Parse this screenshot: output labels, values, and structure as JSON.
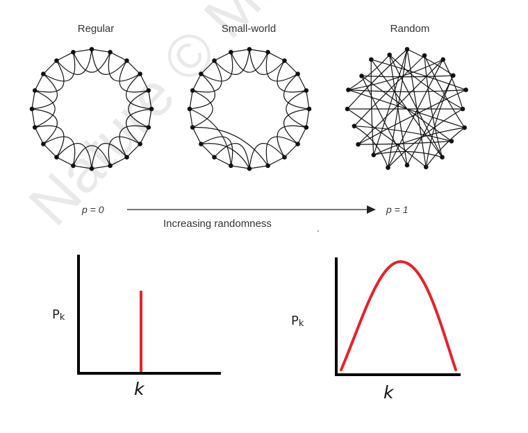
{
  "watermark": "Nature © Macmillan",
  "graphs": [
    {
      "title": "Regular",
      "kind": "regular"
    },
    {
      "title": "Small-world",
      "kind": "small-world"
    },
    {
      "title": "Random",
      "kind": "random"
    }
  ],
  "axis_arrow": {
    "start_label": "p = 0",
    "end_label": "p = 1",
    "caption": "Increasing randomness"
  },
  "chart_data": [
    {
      "type": "line",
      "title": "",
      "xlabel": "k",
      "ylabel": "Pk",
      "shape": "single vertical spike (delta distribution)",
      "series_color": "#e8212a",
      "grid": false
    },
    {
      "type": "line",
      "title": "",
      "xlabel": "k",
      "ylabel": "Pk",
      "shape": "single-peaked bell-shaped curve",
      "series_color": "#e8212a",
      "grid": false
    }
  ]
}
